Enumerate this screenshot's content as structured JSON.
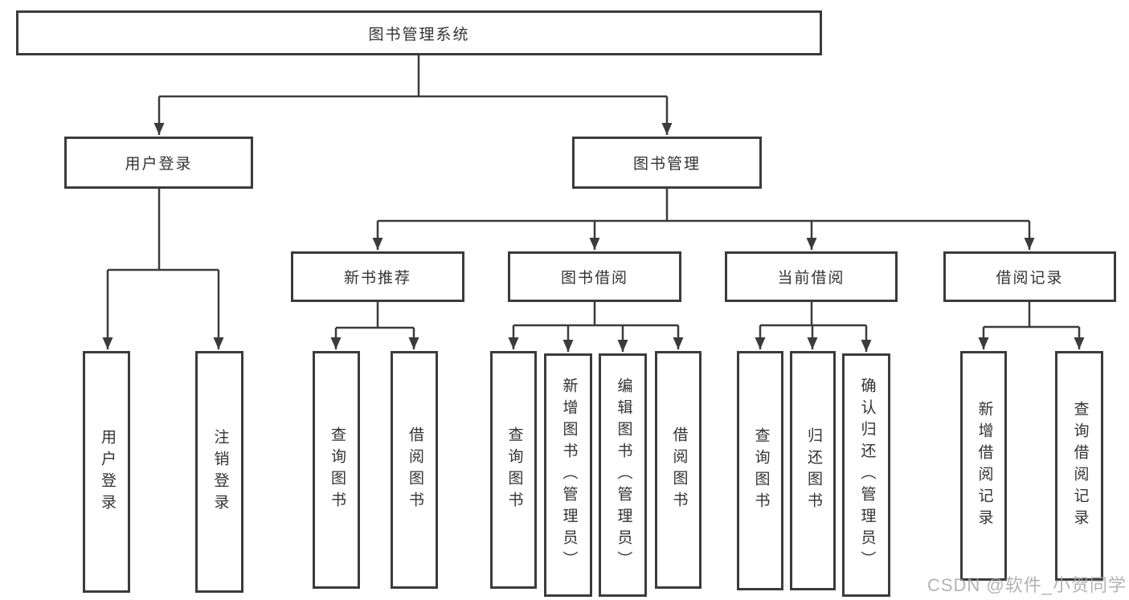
{
  "diagram": {
    "type": "feature-tree",
    "colors": {
      "background": "#ffffff",
      "line": "#3b3b3b",
      "box_border": "#3b3b3b",
      "text": "#333333",
      "watermark": "#a6a6a6"
    }
  },
  "root": {
    "label": "图书管理系统"
  },
  "level2": {
    "user_login": "用户登录",
    "book_mgmt": "图书管理"
  },
  "level3": {
    "new_book_rec": "新书推荐",
    "book_borrow": "图书借阅",
    "current_borrow": "当前借阅",
    "borrow_record": "借阅记录"
  },
  "leaves": {
    "user_login": [
      "用户登录",
      "注销登录"
    ],
    "new_book_rec": [
      "查询图书",
      "借阅图书"
    ],
    "book_borrow": [
      "查询图书",
      "新增图书（管理员）",
      "编辑图书（管理员）",
      "借阅图书"
    ],
    "current_borrow": [
      "查询图书",
      "归还图书",
      "确认归还（管理员）"
    ],
    "borrow_record": [
      "新增借阅记录",
      "查询借阅记录"
    ]
  },
  "watermark": "CSDN @软件_小贺同学"
}
